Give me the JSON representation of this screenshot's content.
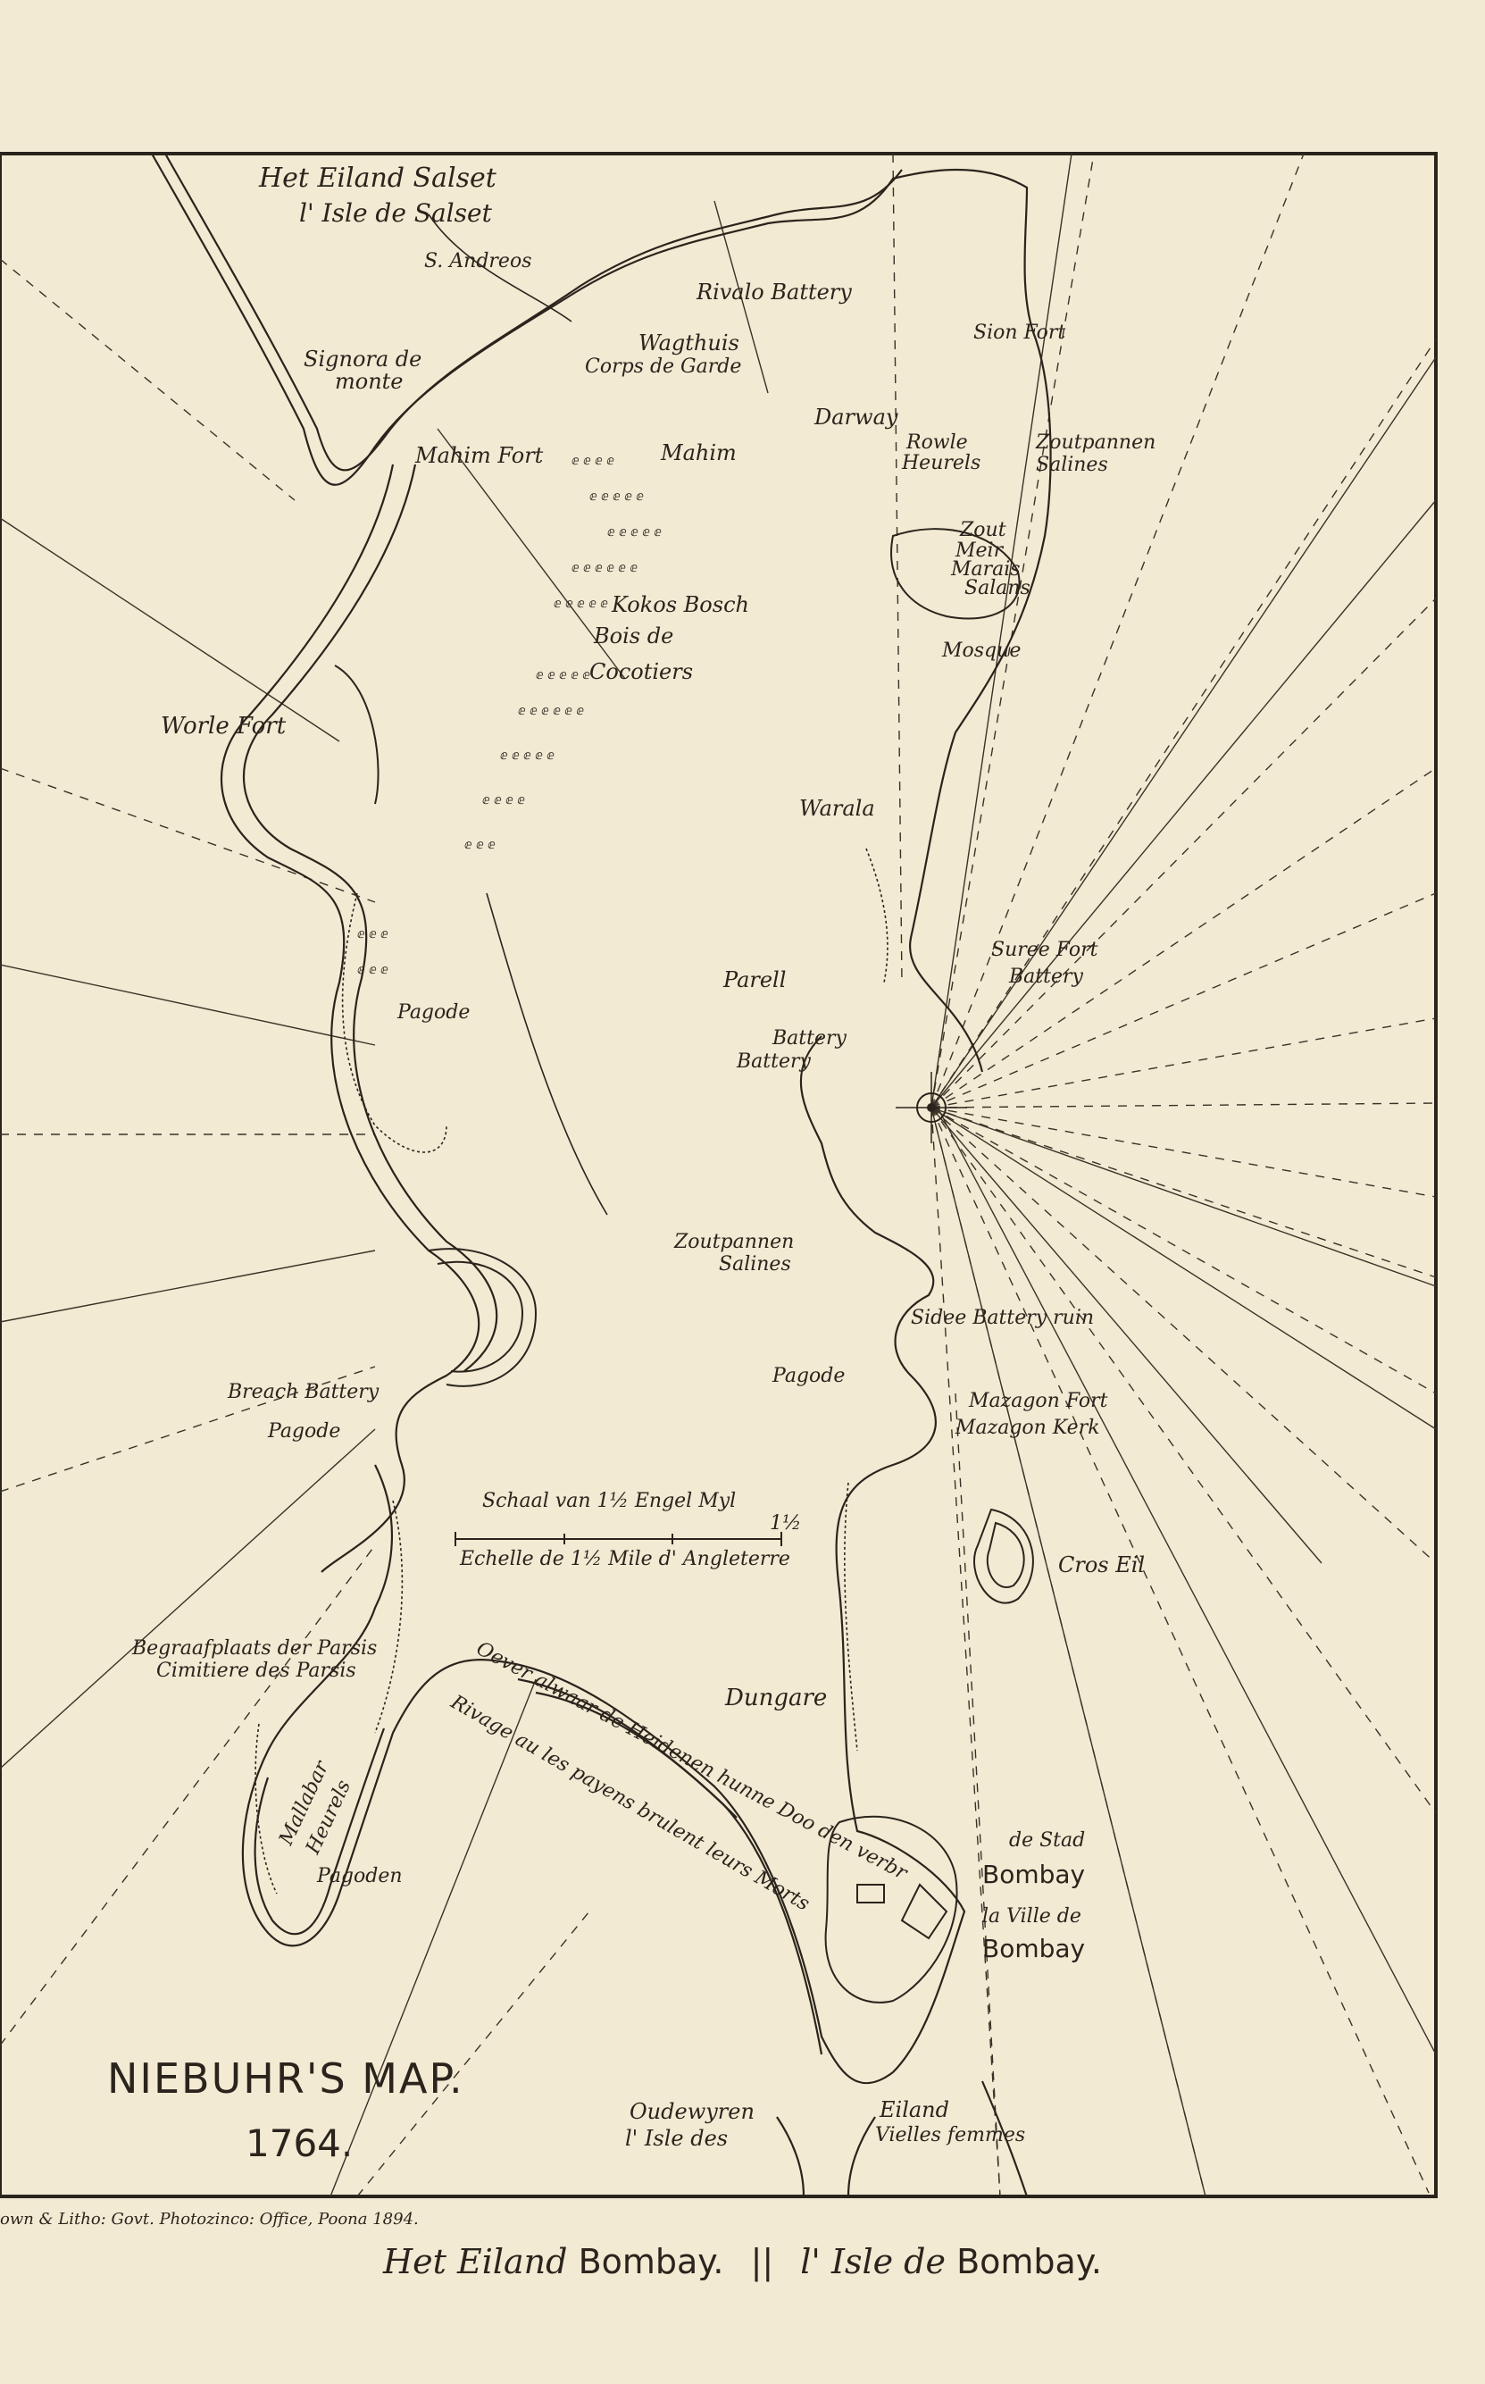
{
  "map": {
    "title": "NIEBUHR'S MAP.",
    "year": "1764.",
    "credit": "own & Litho: Govt. Photozinco: Office, Poona 1894.",
    "caption": {
      "part1_italic": "Het Eiland",
      "part1_name": "Bombay.",
      "separator": "||",
      "part2_italic": "l' Isle de",
      "part2_name": "Bombay."
    },
    "scale": {
      "line1": "Schaal van 1½ Engel Myl",
      "line2": "Echelle de 1½ Mile d' Angleterre",
      "end_mark": "1½"
    },
    "labels": {
      "salset1": "Het Eiland Salset",
      "salset2": "l' Isle de Salset",
      "andreos": "S. Andreos",
      "signora": "Signora de",
      "monte": "monte",
      "mahim_fort": "Mahim Fort",
      "mahim": "Mahim",
      "rivalo": "Rivalo Battery",
      "wagthuis": "Wagthuis",
      "corps": "Corps de Garde",
      "darway": "Darway",
      "sion": "Sion Fort",
      "rowle1": "Rowle",
      "rowle2": "Heurels",
      "zout1": "Zoutpannen",
      "zout2": "Salines",
      "kokos": "Kokos Bosch",
      "bois": "Bois de",
      "cocotiers": "Cocotiers",
      "zoutmeir1": "Zout",
      "zoutmeir2": "Meir",
      "zoutmeir3": "Marais",
      "zoutmeir4": "Salans",
      "mosque": "Mosque",
      "worle": "Worle Fort",
      "warala": "Warala",
      "pagode1": "Pagode",
      "parell": "Parell",
      "suree1": "Suree Fort",
      "suree2": "Battery",
      "battery1": "Battery",
      "battery2": "Battery",
      "zout3": "Zoutpannen",
      "zout4": "Salines",
      "sidee": "Sidee Battery ruin",
      "pagode2": "Pagode",
      "mazagon_fort": "Mazagon Fort",
      "mazagon_kerk": "Mazagon Kerk",
      "breach": "Breach Battery",
      "pagode3": "Pagode",
      "cros": "Cros Eil",
      "begraaf": "Begraafplaats der Parsis",
      "cimitiere": "Cimitiere des Parsis",
      "oever": "Oever alwaar de Heidenen hunne Doo den verbr",
      "rivage": "Rivage au les payens brulent leurs Morts",
      "dungare": "Dungare",
      "mallabar1": "Mallabar",
      "mallabar2": "Heurels",
      "pagoden": "Pagoden",
      "stad1": "de Stad",
      "stad2": "Bombay",
      "ville1": "la Ville de",
      "ville2": "Bombay",
      "oudewyren": "Oudewyren",
      "isle_des": "l' Isle des",
      "eiland": "Eiland",
      "vielles": "Vielles femmes"
    }
  }
}
